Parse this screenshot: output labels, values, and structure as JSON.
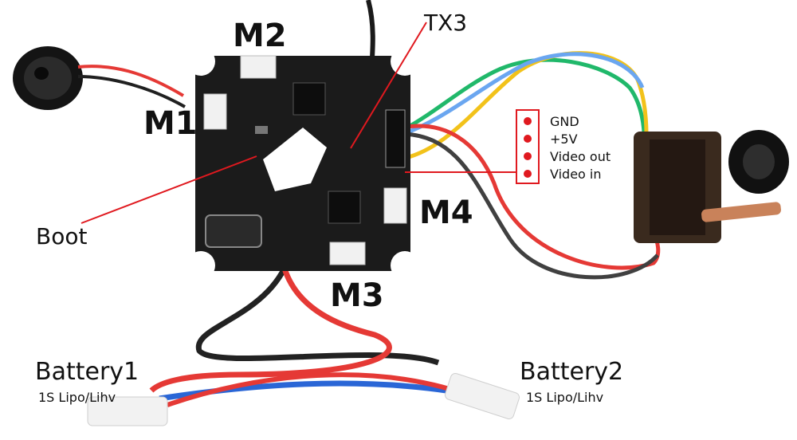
{
  "diagram": {
    "motor_labels": {
      "m1": "M1",
      "m2": "M2",
      "m3": "M3",
      "m4": "M4"
    },
    "tx3_label": "TX3",
    "boot_label": "Boot",
    "camera_pins": [
      "GND",
      "+5V",
      "Video out",
      "Video in"
    ],
    "battery1": {
      "name": "Battery1",
      "spec": "1S Lipo/Lihv"
    },
    "battery2": {
      "name": "Battery2",
      "spec": "1S Lipo/Lihv"
    },
    "colors": {
      "callout": "#e0191f",
      "board": "#1b1b1b",
      "wire_red": "#e53935",
      "wire_black": "#202020",
      "wire_blue": "#2a66d6",
      "wire_green": "#20b86a",
      "wire_yellow": "#f2c21a",
      "wire_lightblue": "#6aa6f0"
    }
  }
}
